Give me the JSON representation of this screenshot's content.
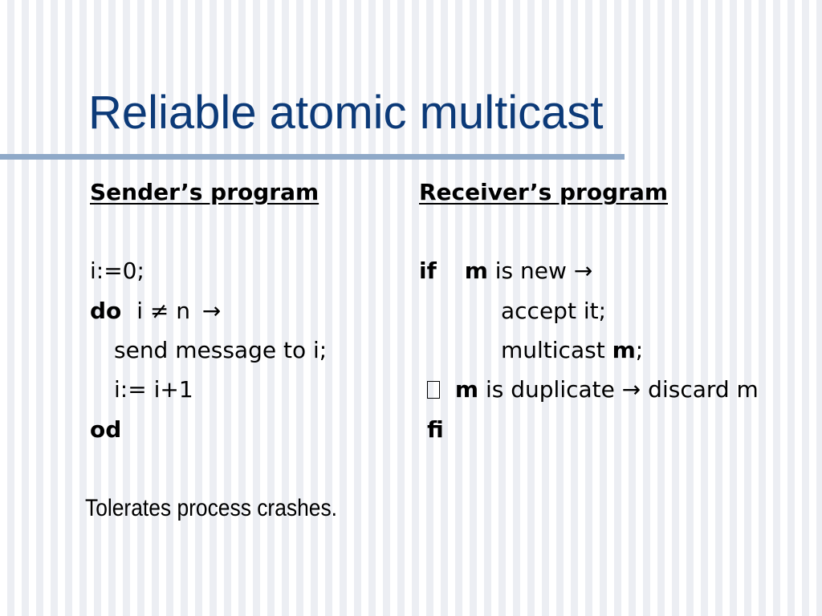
{
  "slide": {
    "title": "Reliable atomic multicast",
    "accent_color": "#0c3a78",
    "rule_color": "#8fa9c8"
  },
  "sender": {
    "heading": "Sender’s program",
    "init": "i:=0;",
    "do_kw": "do",
    "do_cond": "i ≠ n",
    "arrow": "→",
    "send": "send message to i;",
    "incr": "i:= i+1",
    "od_kw": "od"
  },
  "receiver": {
    "heading": "Receiver’s program",
    "if_kw": "if",
    "m_var": "m",
    "cond1": "is new",
    "arrow": "→",
    "accept": "accept it;",
    "multicast": "multicast",
    "multicast_m": "m",
    "semicolon": ";",
    "guard_box": "",
    "m_var2": "m",
    "cond2": "is duplicate",
    "discard": "discard m",
    "fi_kw": "fi"
  },
  "footer": {
    "note": "Tolerates process crashes."
  }
}
